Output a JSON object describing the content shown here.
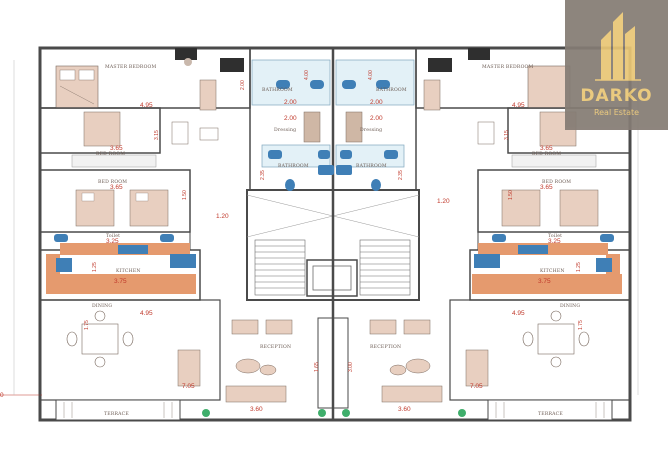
{
  "rooms": {
    "master_bedroom": "MASTER BEDROOM",
    "bathroom": "BATHROOM",
    "dressing": "Dressing",
    "bed_room": "BED ROOM",
    "toilet": "Toilet",
    "kitchen": "KITCHEN",
    "dining": "DINING",
    "reception": "RECEPTION",
    "terrace": "TERRACE"
  },
  "dimensions": {
    "d495": "4.95",
    "d365": "3.65",
    "d200": "2.00",
    "d120": "1.20",
    "d325": "3.25",
    "d375": "3.75",
    "d705": "7.05",
    "d360": "3.60",
    "d400": "4.00",
    "d235": "2.35",
    "d315": "3.15",
    "d150": "1.50",
    "d125": "1.25",
    "d175": "1.75",
    "d165": "1.65",
    "d300": "3.00",
    "d200b": "2.00",
    "edge_left": "0"
  },
  "logo": {
    "name": "DARKO",
    "tagline": "Real Estate"
  },
  "colors": {
    "wall": "#4a4a4a",
    "kitchen_counter": "#e59a6e",
    "sink_blue": "#3f7fb6",
    "bed_beige": "#e8cfc0",
    "dimension_red": "#c0392b",
    "logo_bg": "#857c74",
    "logo_gold": "#e9c676"
  }
}
